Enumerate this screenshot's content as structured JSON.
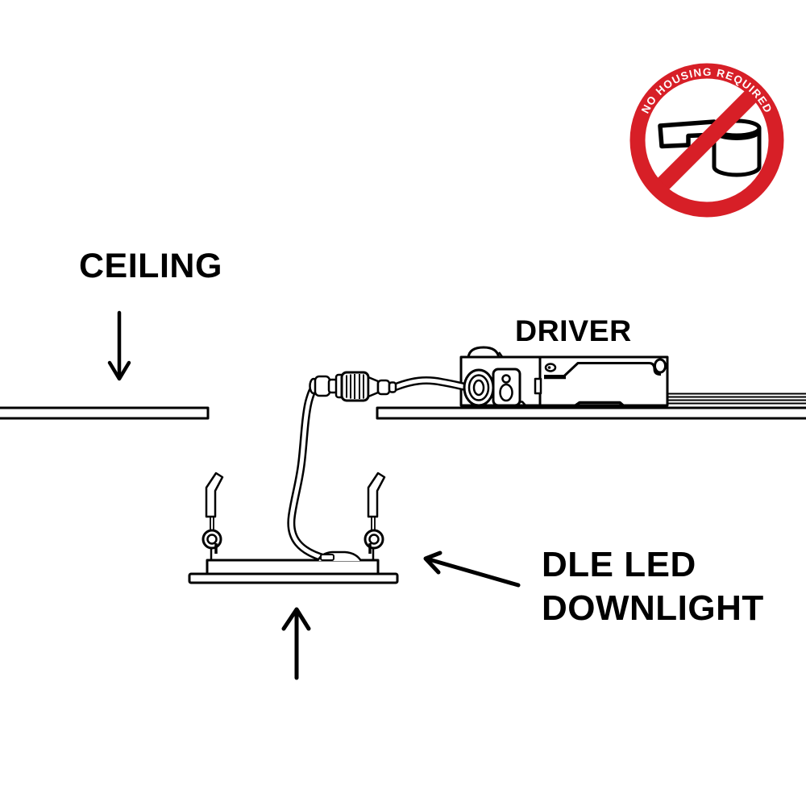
{
  "page": {
    "background_color": "#FFFFFF",
    "line_color": "#000000",
    "description": "LED downlight installation diagram"
  },
  "badge": {
    "text": "NO HOUSING REQUIRED",
    "ring_color": "#D71F27",
    "text_color": "#FFFFFF",
    "icon": "recessed-can-housing-icon",
    "icon_color": "#000000"
  },
  "labels": {
    "ceiling": "CEILING",
    "driver": "DRIVER",
    "downlight_line1": "DLE LED",
    "downlight_line2": "DOWNLIGHT"
  },
  "diagram_parts": [
    "ceiling-panel-left",
    "ceiling-panel-right",
    "driver-box",
    "driver-output-wires",
    "quick-connector",
    "connector-cable",
    "led-downlight",
    "spring-clip-left",
    "spring-clip-right",
    "ceiling-pointer-arrow",
    "downlight-pointer-arrow",
    "uplight-direction-arrow",
    "no-housing-badge"
  ]
}
